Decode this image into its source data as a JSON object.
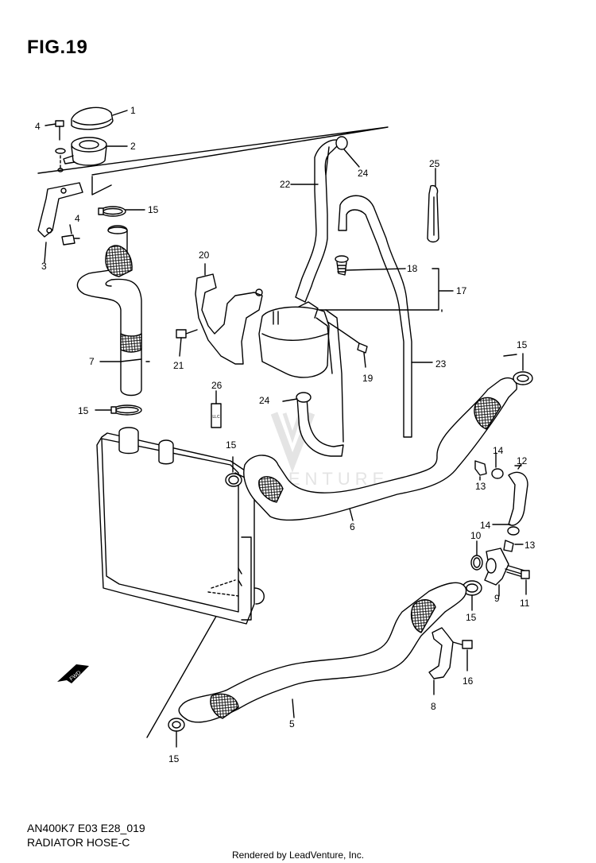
{
  "figure": {
    "title": "FIG.19",
    "model_code": "AN400K7 E03 E28_019",
    "diagram_name": "RADIATOR HOSE-C",
    "credit": "Rendered by LeadVenture, Inc.",
    "watermark": "LEADVENTURE"
  },
  "callouts": [
    "1",
    "2",
    "3",
    "4",
    "4",
    "5",
    "6",
    "7",
    "8",
    "9",
    "10",
    "11",
    "12",
    "13",
    "13",
    "14",
    "14",
    "15",
    "15",
    "15",
    "15",
    "15",
    "15",
    "16",
    "17",
    "18",
    "19",
    "20",
    "21",
    "22",
    "23",
    "24",
    "24",
    "25",
    "26"
  ],
  "label_26_tag": "LLC",
  "colors": {
    "line": "#000000",
    "background": "#ffffff",
    "watermark": "#e4e4e4"
  },
  "icons": [
    "fwd-arrow-icon",
    "watermark-logo-icon"
  ]
}
